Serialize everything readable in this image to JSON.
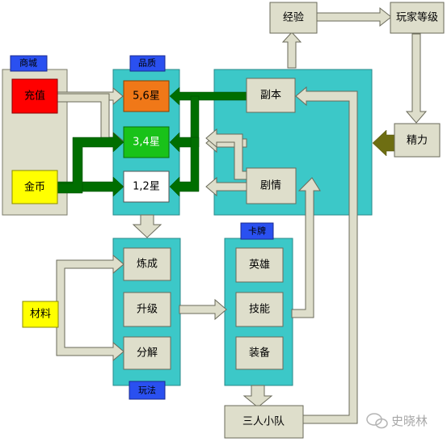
{
  "diagram": {
    "shop": {
      "title": "商城",
      "recharge": "充值",
      "gold": "金币"
    },
    "quality": {
      "title": "品质",
      "star56": "5,6星",
      "star34": "3,4星",
      "star12": "1,2星"
    },
    "dungeon_area": {
      "dungeon": "副本",
      "story": "剧情"
    },
    "experience": "经验",
    "player_level": "玩家等级",
    "stamina": "精力",
    "gameplay": {
      "title": "玩法",
      "refine": "炼成",
      "upgrade": "升级",
      "decompose": "分解"
    },
    "material": "材料",
    "cards": {
      "title": "卡牌",
      "hero": "英雄",
      "skill": "技能",
      "equipment": "装备"
    },
    "team": "三人小队",
    "watermark": "史晓林",
    "colors": {
      "panel_gray": "#dedecb",
      "teal": "#3cc8c8",
      "recharge_red": "#ff0000",
      "gold_yellow": "#ffff00",
      "star56_orange": "#f07818",
      "star34_green": "#19c219",
      "star12_white": "#ffffff",
      "label_blue": "#2a50f0",
      "arrow_green": "#006e00",
      "stamina_arrow": "#6e6e12"
    }
  }
}
